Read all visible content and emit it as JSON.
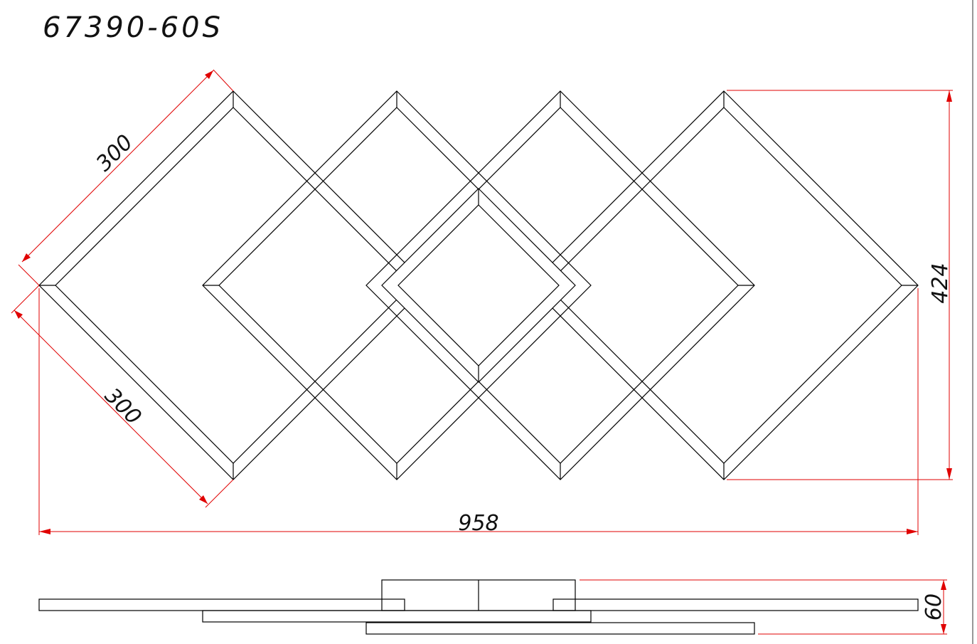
{
  "drawing": {
    "model_number": "67390-60S",
    "dimensions": {
      "edge_top": "300",
      "edge_bottom": "300",
      "height": "424",
      "width": "958",
      "thickness": "60"
    }
  },
  "colors": {
    "line": "#000000",
    "dimension": "#e00000",
    "background": "#ffffff"
  }
}
